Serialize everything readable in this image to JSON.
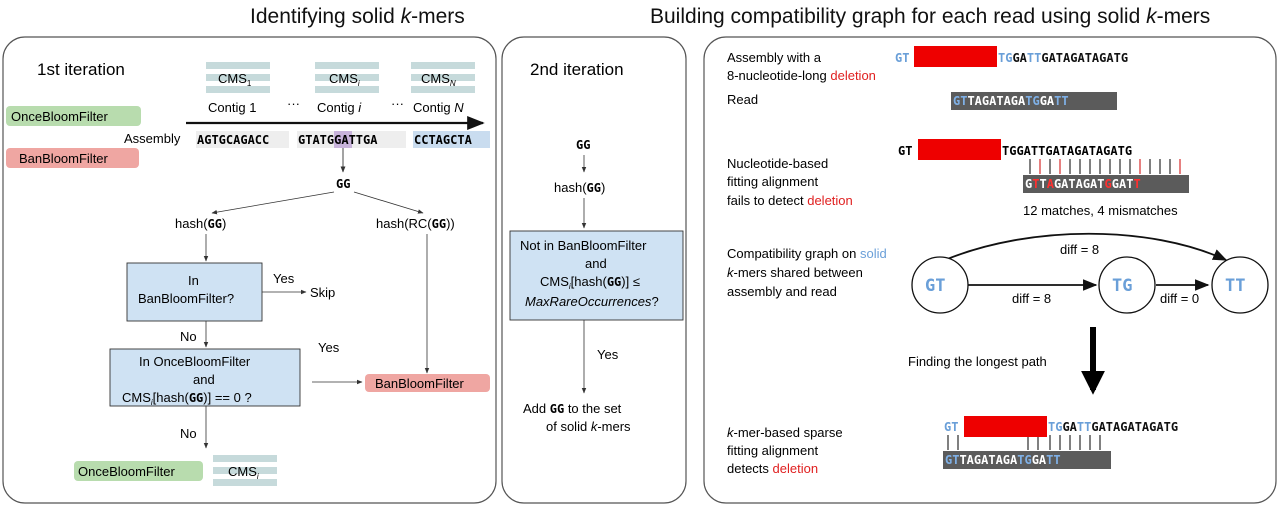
{
  "titles": {
    "left_prefix": "Identifying solid ",
    "left_italic": "k",
    "left_suffix": "-mers",
    "right_prefix": "Building compatibility graph for each read using solid ",
    "right_italic": "k",
    "right_suffix": "-mers"
  },
  "panel1": {
    "iteration_label": "1st iteration",
    "once_filter": "OnceBloomFilter",
    "ban_filter": "BanBloomFilter",
    "cms1_base": "CMS",
    "cms1_sub": "1",
    "cmsi_base": "CMS",
    "cmsi_sub": "i",
    "cmsn_base": "CMS",
    "cmsn_sub": "N",
    "contig1": "Contig 1",
    "contigi_prefix": "Contig ",
    "contigi_italic": "i",
    "contign_prefix": "Contig ",
    "contign_italic": "N",
    "ellipsis": "···",
    "assembly_label": "Assembly",
    "seq1": "AGTGCAGACC",
    "seq2a": "GTAT",
    "seq2b": "GG",
    "seq2c": "ATTGA",
    "seq3": "CCTAGCTA",
    "kmer": "GG",
    "hash_prefix": "hash(",
    "hash_suffix": ")",
    "hash_rc_prefix": "hash(RC(",
    "hash_rc_suffix": "))",
    "in_ban_line1": "In",
    "in_ban_line2": "BanBloomFilter?",
    "yes": "Yes",
    "skip": "Skip",
    "no": "No",
    "in_once_line1": "In OnceBloomFilter",
    "in_once_line2": "and",
    "in_once_cms": "CMS",
    "in_once_sub": "i",
    "in_once_hash_prefix": "[hash(",
    "in_once_hash_suffix": ")] == 0 ?",
    "ban_target": "BanBloomFilter",
    "once_target": "OnceBloomFilter",
    "cms_target": "CMS",
    "cms_target_sub": "i"
  },
  "panel2": {
    "iteration_label": "2nd iteration",
    "kmer": "GG",
    "hash_prefix": "hash(",
    "hash_suffix": ")",
    "box_line1": "Not in BanBloomFilter",
    "box_line2": "and",
    "box_cms": "CMS",
    "box_sub": "i",
    "box_hash_prefix": "[hash(",
    "box_hash_suffix": ")] ≤",
    "box_line4": "MaxRareOccurrences",
    "box_line4_suffix": "?",
    "yes": "Yes",
    "add_prefix": "Add ",
    "add_suffix": " to the set",
    "add_line2_prefix": "of solid ",
    "add_line2_italic": "k",
    "add_line2_suffix": "-mers"
  },
  "panel3": {
    "assembly_label_line1": "Assembly with a",
    "assembly_label_line2_prefix": "8-nucleotide-long ",
    "deletion_word": "deletion",
    "read_label": "Read",
    "nb_line1": "Nucleotide-based",
    "nb_line2": "fitting alignment",
    "nb_line3_prefix": "fails to detect ",
    "cg_line1_prefix": "Compatibility graph on ",
    "cg_line1_solid": "solid",
    "cg_line2_italic": "k",
    "cg_line2_suffix": "-mers shared between",
    "cg_line3": "assembly and read",
    "longest_path": "Finding the longest path",
    "kb_line1_italic": "k",
    "kb_line1_suffix": "-mer-based sparse",
    "kb_line2": "fitting alignment",
    "kb_line3_prefix": "detects ",
    "matches": "12 matches, 4 mismatches",
    "asm_gt": "GT",
    "asm_tg": "TG",
    "asm_ga": "GA",
    "asm_tt": "TT",
    "asm_rest": "GATAGATAGATG",
    "read_gt": "GT",
    "read_mid": "TAGATAGA",
    "read_tg": "TG",
    "read_ga": "GA",
    "read_tt": "TT",
    "nb_asm_gt": "GT",
    "nb_asm_rest": "TGGATTGATAGATAGATG",
    "node_gt": "GT",
    "node_tg": "TG",
    "node_tt": "TT",
    "diff_top": "diff = 8",
    "diff_bottom": "diff = 8",
    "diff_right": "diff = 0"
  },
  "colors": {
    "once_green": "#b8dcae",
    "ban_red": "#efa6a2",
    "box_blue": "#cfe2f3",
    "cms_gray": "#c6dadb",
    "deletion_red": "#e02020",
    "solid_blue": "#6a9fd8",
    "read_gray": "#5b5b5b",
    "kmer_purple": "#c8b3db",
    "tail_blue": "#c9dcef"
  }
}
